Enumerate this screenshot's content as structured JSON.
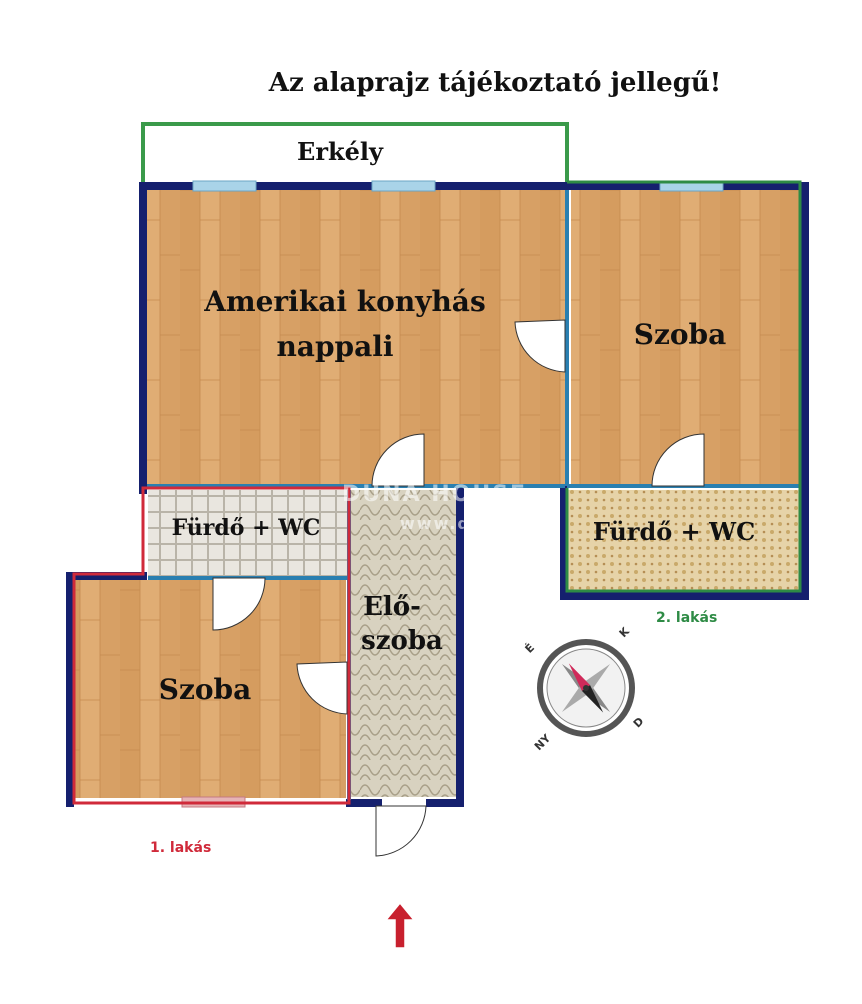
{
  "title": "Az alaprajz tájékoztató jellegű!",
  "rooms": {
    "erkely": "Erkély",
    "nappali_line1": "Amerikai konyhás",
    "nappali_line2": "nappali",
    "szoba_top": "Szoba",
    "furdo_left": "Fürdő + WC",
    "furdo_right": "Fürdő + WC",
    "eloszoba_line1": "Elő-",
    "eloszoba_line2": "szoba",
    "szoba_bottom": "Szoba"
  },
  "units": {
    "unit1": "1. lakás",
    "unit2": "2. lakás"
  },
  "compass": {
    "north": "É",
    "east": "K",
    "south": "D",
    "west": "NY"
  },
  "watermark": {
    "brand": "DUNA HOUSE",
    "url": "www.dh.hu"
  },
  "colors": {
    "wall": "#15206e",
    "unit1_outline": "#d02a3a",
    "unit2_outline": "#2e8b45",
    "balcony_outline": "#3a9a4a",
    "inner_wall": "#2a7fb0",
    "floor_wood": "#d9a46a",
    "entrance_arrow": "#c8202e"
  }
}
